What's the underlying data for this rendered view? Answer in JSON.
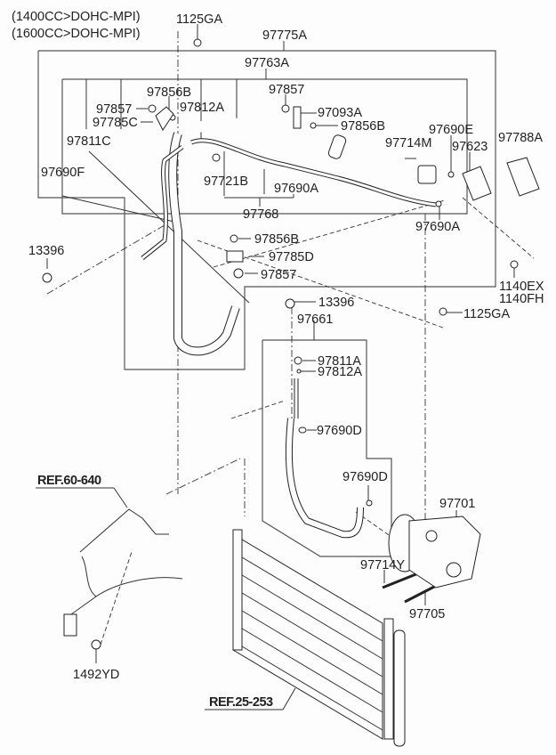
{
  "diagram": {
    "title_lines": [
      "(1400CC>DOHC-MPI)",
      "(1600CC>DOHC-MPI)"
    ],
    "references": {
      "ref_60_640": "REF.60-640",
      "ref_25_253": "REF.25-253"
    },
    "labels": {
      "p1125GA_top": "1125GA",
      "p97775A": "97775A",
      "p97763A": "97763A",
      "p97856B_a": "97856B",
      "p97857_a": "97857",
      "p97812A_a": "97812A",
      "p97785C": "97785C",
      "p97811C": "97811C",
      "p97690F": "97690F",
      "p97857_b": "97857",
      "p97093A": "97093A",
      "p97856B_b": "97856B",
      "p97690E": "97690E",
      "p97714M": "97714M",
      "p97623": "97623",
      "p97788A": "97788A",
      "p97721B": "97721B",
      "p97690A_a": "97690A",
      "p97768": "97768",
      "p97690A_b": "97690A",
      "p13396_a": "13396",
      "p97856B_c": "97856B",
      "p97785D": "97785D",
      "p97857_c": "97857",
      "p1140EX": "1140EX",
      "p1140FH": "1140FH",
      "p13396_b": "13396",
      "p97661": "97661",
      "p1125GA_b": "1125GA",
      "p97811A": "97811A",
      "p97812A_b": "97812A",
      "p97690D_a": "97690D",
      "p97690D_b": "97690D",
      "p97701": "97701",
      "p97714Y": "97714Y",
      "p97705": "97705",
      "p1492YD": "1492YD"
    }
  }
}
